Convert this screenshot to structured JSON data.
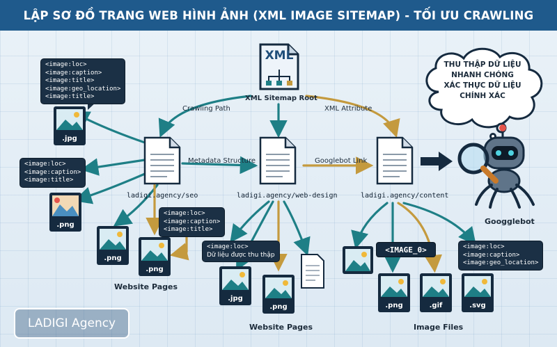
{
  "title": "LẬP SƠ ĐỒ TRANG WEB HÌNH ẢNH (XML IMAGE SITEMAP) - TỐI ƯU CRAWLING",
  "root": {
    "icon_text": "XML",
    "label": "XML Sitemap Root"
  },
  "edge_labels": {
    "crawling_path": "Crawling Path",
    "xml_attribute": "XML Attribute",
    "metadata_structure": "Metadata Structure",
    "googlebot_link": "Googlebot Link"
  },
  "pages": [
    {
      "url": "ladigi.agency/seo"
    },
    {
      "url": "ladigi.agency/web-design"
    },
    {
      "url": "ladigi.agency/content"
    }
  ],
  "callouts": {
    "top_left": [
      "<image:loc>",
      "<image:caption>",
      "<image:title>",
      "<image:geo_location>",
      "<image:title>"
    ],
    "mid_left": [
      "<image:loc>",
      "<image:caption>",
      "<image:title>"
    ],
    "seo_child": [
      "<image:loc>",
      "<image:caption>",
      "<image:title>"
    ],
    "web_design_child": [
      "<image:loc>",
      "Dữ liệu được thu thập"
    ],
    "content_right": [
      "<image:loc>",
      "<image:caption>",
      "<image:geo_location>"
    ]
  },
  "image_tag": "<IMAGE_0>",
  "extensions": {
    "e1": ".jpg",
    "e2": ".png",
    "e3": ".png",
    "e4": ".png",
    "e5": ".jpg",
    "e6": ".png",
    "e7": ".png",
    "e8": ".gif",
    "e9": ".svg"
  },
  "section_labels": {
    "website_pages_1": "Website Pages",
    "website_pages_2": "Website Pages",
    "image_files": "Image Files"
  },
  "bot": {
    "label": "Googglebot"
  },
  "cloud": {
    "line1": "THU THẬP DỮ LIỆU",
    "line2": "NHANH CHÓNG",
    "line3": "XÁC THỰC DỮ LIỆU",
    "line4": "CHÍNH XÁC"
  },
  "brand": "LADIGI Agency",
  "colors": {
    "title_bg": "#1f5a8c",
    "teal": "#1e7f86",
    "gold": "#c49a3e",
    "navy": "#152a3f"
  }
}
